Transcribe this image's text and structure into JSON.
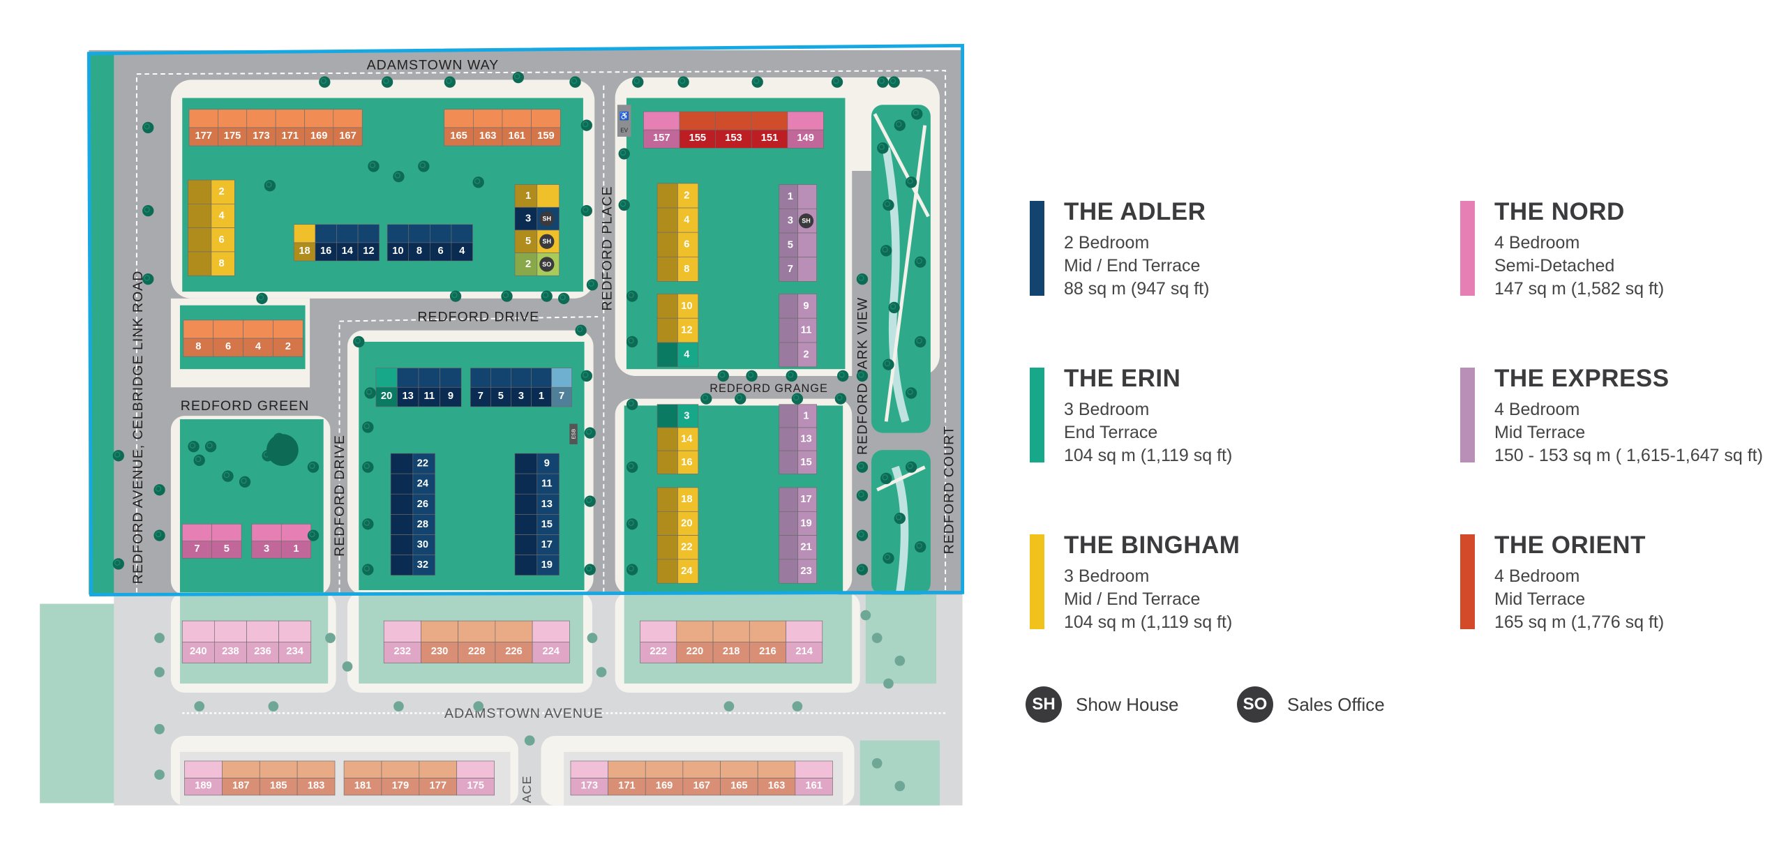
{
  "colors": {
    "boundary": "#16a8e3",
    "road": "#a8aaad",
    "path": "#f3f1ea",
    "lot": "#2eaa8a",
    "tree": "#0d6b55",
    "faded_lot": "#aad4c4",
    "faded_road": "#d8d9da",
    "types": {
      "adler": [
        "#13446f",
        "#0a2b52"
      ],
      "erin": [
        "#17a88a",
        "#0b7a62"
      ],
      "bingham": [
        "#f0c02a",
        "#b08c1c"
      ],
      "nord": [
        "#e680b4",
        "#c2679a"
      ],
      "express": [
        "#b98fb7",
        "#9b7aa0"
      ],
      "orient": [
        "#d04d2c",
        "#bd1e24"
      ],
      "orange": [
        "#f28c55",
        "#d4764a"
      ],
      "sales": [
        "#a9cb5a",
        "#88a84a"
      ],
      "lightblue": [
        "#6fb0d0",
        "#4f7f99"
      ],
      "fpink": [
        "#f2bfd9",
        "#e0a6c6"
      ],
      "forange": [
        "#e9aa86",
        "#d98f76"
      ]
    }
  },
  "roads": {
    "adamstown_way": "ADAMSTOWN WAY",
    "redford_avenue": "REDFORD AVENUE, CELBRIDGE LINK ROAD",
    "redford_drive_h": "REDFORD DRIVE",
    "redford_drive_v": "REDFORD DRIVE",
    "redford_place": "REDFORD PLACE",
    "redford_green": "REDFORD GREEN",
    "redford_grange": "REDFORD GRANGE",
    "redford_park_view": "REDFORD PARK VIEW",
    "redford_court": "REDFORD COURT",
    "adamstown_avenue": "ADAMSTOWN AVENUE",
    "place_fragment": "ACE"
  },
  "map_labels": {
    "ev": "EV",
    "esb": "ESB",
    "accessible_icon": "♿"
  },
  "map": {
    "blocks": [
      {
        "houses": [
          {
            "n": "177",
            "t": "orange"
          },
          {
            "n": "175",
            "t": "orange"
          },
          {
            "n": "173",
            "t": "orange"
          },
          {
            "n": "171",
            "t": "orange"
          },
          {
            "n": "169",
            "t": "orange"
          },
          {
            "n": "167",
            "t": "orange"
          }
        ]
      },
      {
        "houses": [
          {
            "n": "165",
            "t": "orange"
          },
          {
            "n": "163",
            "t": "orange"
          },
          {
            "n": "161",
            "t": "orange"
          },
          {
            "n": "159",
            "t": "orange"
          }
        ]
      },
      {
        "houses": [
          {
            "n": "2",
            "t": "bingham"
          },
          {
            "n": "4",
            "t": "bingham"
          },
          {
            "n": "6",
            "t": "bingham"
          },
          {
            "n": "8",
            "t": "bingham"
          }
        ]
      },
      {
        "houses": [
          {
            "n": "18",
            "t": "bingham"
          },
          {
            "n": "16",
            "t": "adler"
          },
          {
            "n": "14",
            "t": "adler"
          },
          {
            "n": "12",
            "t": "adler"
          }
        ]
      },
      {
        "houses": [
          {
            "n": "10",
            "t": "adler"
          },
          {
            "n": "8",
            "t": "adler"
          },
          {
            "n": "6",
            "t": "adler"
          },
          {
            "n": "4",
            "t": "adler"
          }
        ]
      },
      {
        "houses": [
          {
            "n": "1",
            "t": "bingham"
          },
          {
            "n": "3",
            "t": "adler",
            "badge": "SH"
          },
          {
            "n": "5",
            "t": "bingham",
            "badge": "SH"
          },
          {
            "n": "2",
            "t": "sales",
            "badge": "SO"
          }
        ]
      },
      {
        "houses": [
          {
            "n": "8",
            "t": "orange"
          },
          {
            "n": "6",
            "t": "orange"
          },
          {
            "n": "4",
            "t": "orange"
          },
          {
            "n": "2",
            "t": "orange"
          }
        ]
      },
      {
        "houses": [
          {
            "n": "20",
            "t": "erin"
          },
          {
            "n": "13",
            "t": "adler"
          },
          {
            "n": "11",
            "t": "adler"
          },
          {
            "n": "9",
            "t": "adler"
          }
        ]
      },
      {
        "houses": [
          {
            "n": "7",
            "t": "adler"
          },
          {
            "n": "5",
            "t": "adler"
          },
          {
            "n": "3",
            "t": "adler"
          },
          {
            "n": "1",
            "t": "adler"
          },
          {
            "n": "7",
            "t": "lightblue"
          }
        ]
      },
      {
        "houses": [
          {
            "n": "22",
            "t": "adler"
          },
          {
            "n": "24",
            "t": "adler"
          },
          {
            "n": "26",
            "t": "adler"
          },
          {
            "n": "28",
            "t": "adler"
          },
          {
            "n": "30",
            "t": "adler"
          },
          {
            "n": "32",
            "t": "adler"
          }
        ]
      },
      {
        "houses": [
          {
            "n": "9",
            "t": "adler"
          },
          {
            "n": "11",
            "t": "adler"
          },
          {
            "n": "13",
            "t": "adler"
          },
          {
            "n": "15",
            "t": "adler"
          },
          {
            "n": "17",
            "t": "adler"
          },
          {
            "n": "19",
            "t": "adler"
          }
        ]
      },
      {
        "houses": [
          {
            "n": "7",
            "t": "nord"
          },
          {
            "n": "5",
            "t": "nord"
          }
        ]
      },
      {
        "houses": [
          {
            "n": "3",
            "t": "nord"
          },
          {
            "n": "1",
            "t": "nord"
          }
        ]
      },
      {
        "houses": [
          {
            "n": "157",
            "t": "nord"
          },
          {
            "n": "155",
            "t": "orient"
          },
          {
            "n": "153",
            "t": "orient"
          },
          {
            "n": "151",
            "t": "orient"
          },
          {
            "n": "149",
            "t": "nord"
          }
        ]
      },
      {
        "houses": [
          {
            "n": "2",
            "t": "bingham"
          },
          {
            "n": "4",
            "t": "bingham"
          },
          {
            "n": "6",
            "t": "bingham"
          },
          {
            "n": "8",
            "t": "bingham"
          }
        ]
      },
      {
        "houses": [
          {
            "n": "10",
            "t": "bingham"
          },
          {
            "n": "12",
            "t": "bingham"
          },
          {
            "n": "4",
            "t": "erin"
          }
        ]
      },
      {
        "houses": [
          {
            "n": "1",
            "t": "express"
          },
          {
            "n": "3",
            "t": "express",
            "badge": "SH"
          },
          {
            "n": "5",
            "t": "express"
          },
          {
            "n": "7",
            "t": "express"
          }
        ]
      },
      {
        "houses": [
          {
            "n": "9",
            "t": "express"
          },
          {
            "n": "11",
            "t": "express"
          },
          {
            "n": "2",
            "t": "express"
          }
        ]
      },
      {
        "houses": [
          {
            "n": "3",
            "t": "erin"
          },
          {
            "n": "14",
            "t": "bingham"
          },
          {
            "n": "16",
            "t": "bingham"
          }
        ]
      },
      {
        "houses": [
          {
            "n": "18",
            "t": "bingham"
          },
          {
            "n": "20",
            "t": "bingham"
          },
          {
            "n": "22",
            "t": "bingham"
          },
          {
            "n": "24",
            "t": "bingham"
          }
        ]
      },
      {
        "houses": [
          {
            "n": "1",
            "t": "express"
          },
          {
            "n": "13",
            "t": "express"
          },
          {
            "n": "15",
            "t": "express"
          }
        ]
      },
      {
        "houses": [
          {
            "n": "17",
            "t": "express"
          },
          {
            "n": "19",
            "t": "express"
          },
          {
            "n": "21",
            "t": "express"
          },
          {
            "n": "23",
            "t": "express"
          }
        ]
      },
      {
        "houses": [
          {
            "n": "240",
            "t": "fpink"
          },
          {
            "n": "238",
            "t": "fpink"
          },
          {
            "n": "236",
            "t": "fpink"
          },
          {
            "n": "234",
            "t": "fpink"
          }
        ]
      },
      {
        "houses": [
          {
            "n": "232",
            "t": "fpink"
          },
          {
            "n": "230",
            "t": "forange"
          },
          {
            "n": "228",
            "t": "forange"
          },
          {
            "n": "226",
            "t": "forange"
          },
          {
            "n": "224",
            "t": "fpink"
          }
        ]
      },
      {
        "houses": [
          {
            "n": "222",
            "t": "fpink"
          },
          {
            "n": "220",
            "t": "forange"
          },
          {
            "n": "218",
            "t": "forange"
          },
          {
            "n": "216",
            "t": "forange"
          },
          {
            "n": "214",
            "t": "fpink"
          }
        ]
      },
      {
        "houses": [
          {
            "n": "189",
            "t": "fpink"
          },
          {
            "n": "187",
            "t": "forange"
          },
          {
            "n": "185",
            "t": "forange"
          },
          {
            "n": "183",
            "t": "forange"
          }
        ]
      },
      {
        "houses": [
          {
            "n": "181",
            "t": "forange"
          },
          {
            "n": "179",
            "t": "forange"
          },
          {
            "n": "177",
            "t": "forange"
          },
          {
            "n": "175",
            "t": "fpink"
          }
        ]
      },
      {
        "houses": [
          {
            "n": "173",
            "t": "fpink"
          },
          {
            "n": "171",
            "t": "forange"
          },
          {
            "n": "169",
            "t": "forange"
          },
          {
            "n": "167",
            "t": "forange"
          },
          {
            "n": "165",
            "t": "forange"
          },
          {
            "n": "163",
            "t": "forange"
          },
          {
            "n": "161",
            "t": "fpink"
          }
        ]
      }
    ]
  },
  "legend": {
    "house_types": [
      {
        "name": "THE ADLER",
        "bedrooms": "2 Bedroom",
        "style": "Mid / End Terrace",
        "size": "88 sq m (947 sq ft)",
        "color": "#13446f"
      },
      {
        "name": "THE NORD",
        "bedrooms": "4 Bedroom",
        "style": "Semi-Detached",
        "size": "147 sq m (1,582 sq ft)",
        "color": "#e680b4"
      },
      {
        "name": "THE ERIN",
        "bedrooms": "3 Bedroom",
        "style": "End Terrace",
        "size": "104 sq m (1,119 sq ft)",
        "color": "#17a88a"
      },
      {
        "name": "THE EXPRESS",
        "bedrooms": "4 Bedroom",
        "style": "Mid Terrace",
        "size": "150 - 153 sq m ( 1,615-1,647 sq ft)",
        "color": "#b98fb7"
      },
      {
        "name": "THE BINGHAM",
        "bedrooms": "3 Bedroom",
        "style": "Mid / End Terrace",
        "size": "104 sq m (1,119 sq ft)",
        "color": "#f0c21b"
      },
      {
        "name": "THE ORIENT",
        "bedrooms": "4 Bedroom",
        "style": "Mid Terrace",
        "size": "165 sq m (1,776 sq ft)",
        "color": "#d24a29"
      }
    ],
    "keys": [
      {
        "badge": "SH",
        "label": "Show House"
      },
      {
        "badge": "SO",
        "label": "Sales Office"
      }
    ]
  }
}
